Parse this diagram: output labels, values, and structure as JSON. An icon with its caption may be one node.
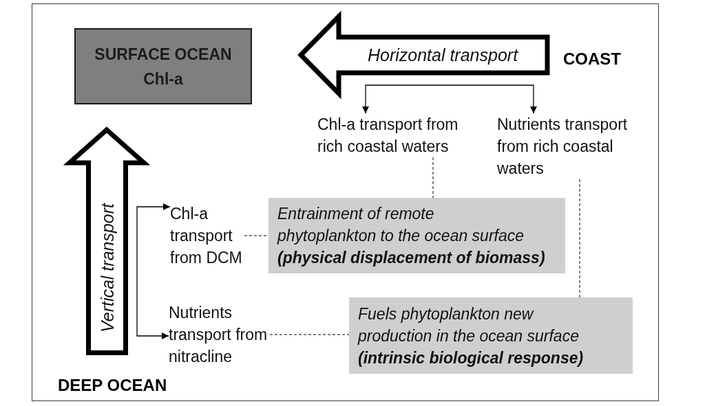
{
  "diagram": {
    "nodes": [
      {
        "text": [
          "SURFACE OCEAN",
          "Chl-a"
        ]
      },
      {
        "text": [
          "Horizontal transport"
        ]
      },
      {
        "text": [
          "Chl-a transport from rich coastal waters"
        ]
      },
      {
        "text": [
          "Nutrients transport from rich coastal waters"
        ]
      },
      {
        "text": [
          "Vertical transport"
        ]
      },
      {
        "text": [
          "Chl-a transport from DCM"
        ]
      },
      {
        "text": [
          "Entrainment of remote phytoplankton to the ocean surface",
          "(physical displacement of biomass)"
        ]
      },
      {
        "text": [
          "Nutrients transport from nitracline"
        ]
      },
      {
        "text": [
          "Fuels phytoplankton new production in the ocean surface",
          "(intrinsic biological response)"
        ]
      }
    ],
    "edges": [
      {
        "from": 1,
        "to": 2,
        "arrow": "to"
      },
      {
        "from": 1,
        "to": 3,
        "arrow": "to"
      },
      {
        "from": 2,
        "to": 6,
        "arrow": "none",
        "style": "dashed"
      },
      {
        "from": 3,
        "to": 8,
        "arrow": "none",
        "style": "dashed"
      },
      {
        "from": 4,
        "to": 5,
        "arrow": "to"
      },
      {
        "from": 4,
        "to": 7,
        "arrow": "to"
      },
      {
        "from": 5,
        "to": 6,
        "arrow": "none",
        "style": "dashed"
      },
      {
        "from": 7,
        "to": 8,
        "arrow": "none",
        "style": "dashed"
      }
    ],
    "labels": [
      "COAST",
      "DEEP OCEAN"
    ]
  }
}
